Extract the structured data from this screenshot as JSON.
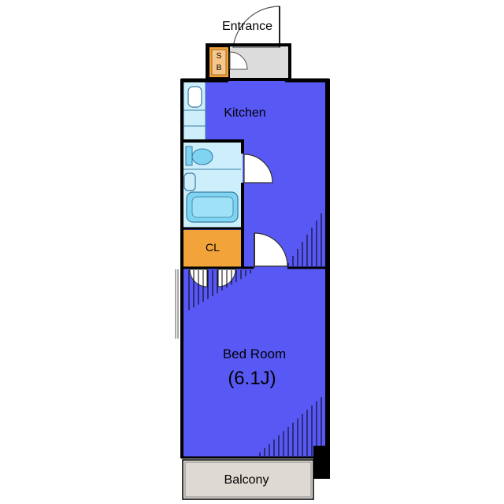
{
  "labels": {
    "entrance": "Entrance",
    "shoe_box": "S B",
    "kitchen": "Kitchen",
    "closet": "CL",
    "bedroom": "Bed Room",
    "bedroom_size": "(6.1J)",
    "balcony": "Balcony"
  },
  "colors": {
    "room_fill": "#5858f5",
    "wet_area_fill": "#cdeefb",
    "fixture_fill": "#7fd4f2",
    "closet_fill": "#f2a43a",
    "entrance_fill": "#dcdcdc",
    "balcony_fill": "#dedad3",
    "wall": "#000000"
  }
}
